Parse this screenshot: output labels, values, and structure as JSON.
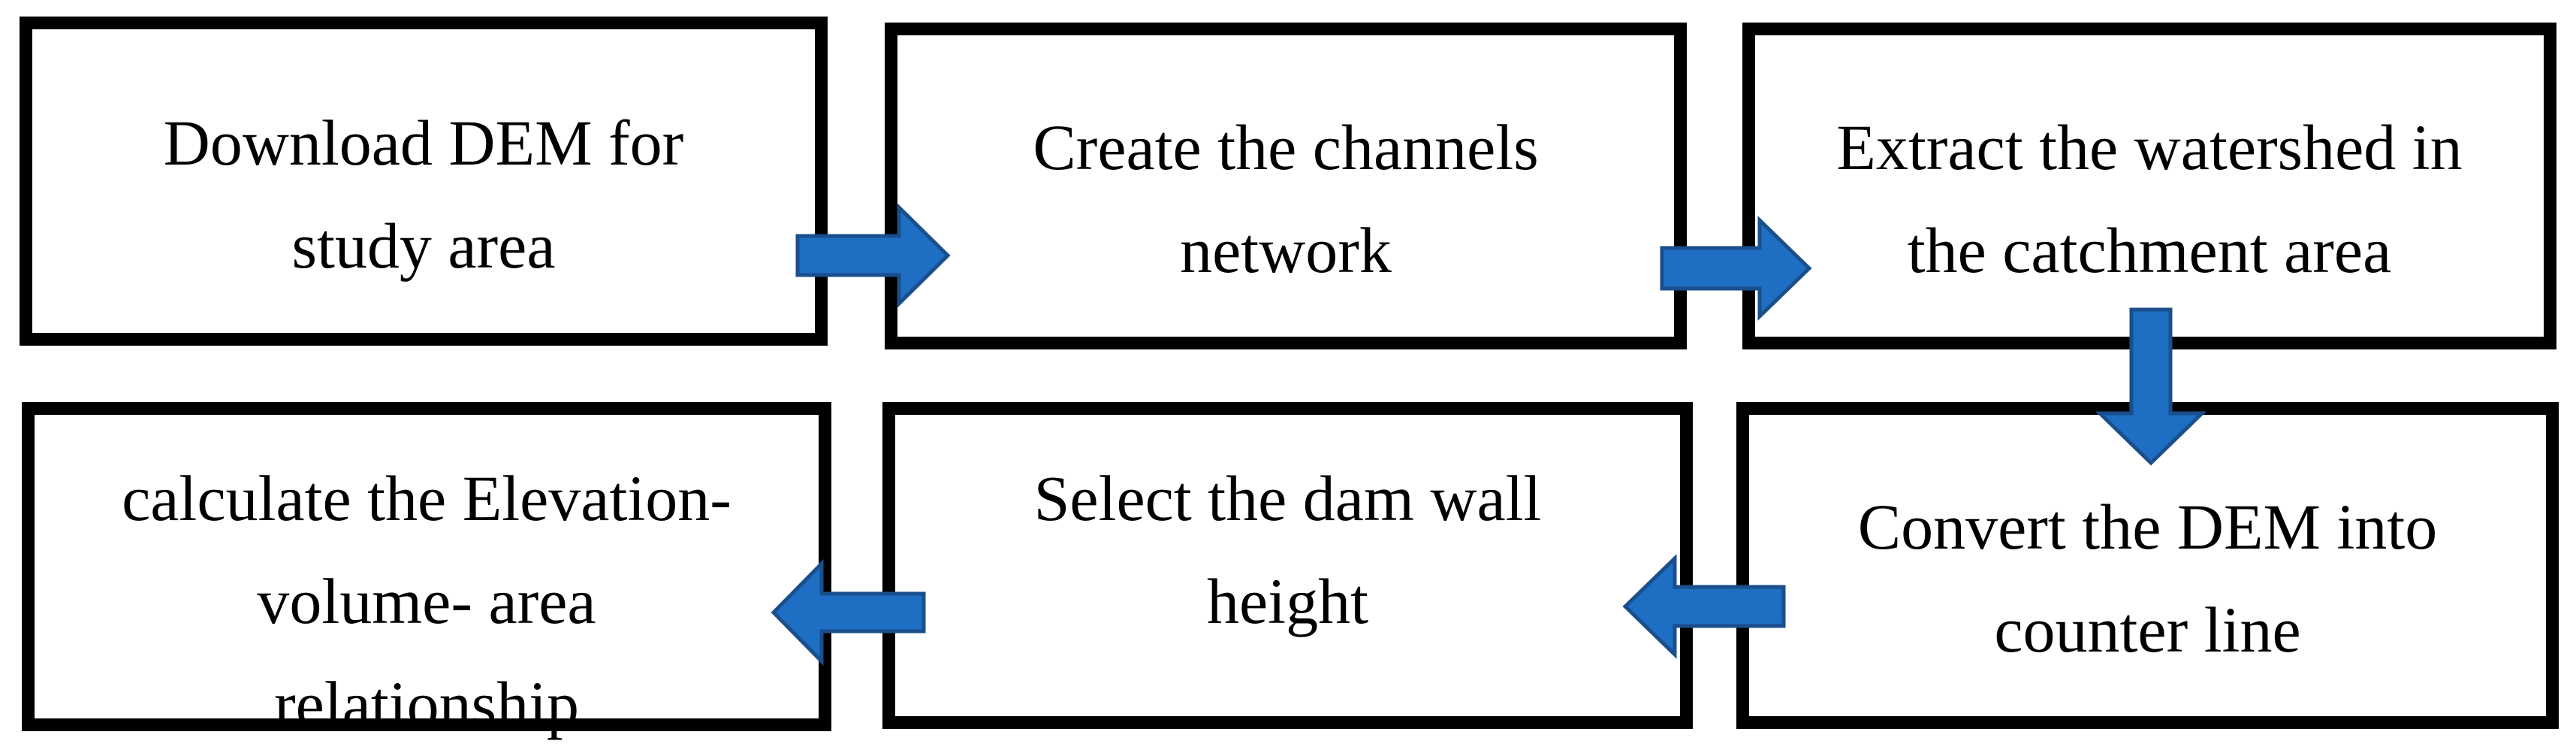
{
  "steps": [
    {
      "id": "download-dem",
      "label": "Download DEM for\nstudy area"
    },
    {
      "id": "create-channels",
      "label": "Create the channels\nnetwork"
    },
    {
      "id": "extract-watershed",
      "label": "Extract the watershed in\nthe catchment area"
    },
    {
      "id": "convert-dem",
      "label": "Convert the DEM into\ncounter line"
    },
    {
      "id": "select-dam-height",
      "label": "Select the dam wall\nheight"
    },
    {
      "id": "calculate-eva",
      "label": "calculate the Elevation-\nvolume- area\nrelationship"
    }
  ],
  "colors": {
    "arrow_fill": "#1E6EC4",
    "arrow_stroke": "#1A4F8C",
    "box_border": "#000000"
  },
  "arrows": [
    {
      "from": "download-dem",
      "to": "create-channels",
      "direction": "right"
    },
    {
      "from": "create-channels",
      "to": "extract-watershed",
      "direction": "right"
    },
    {
      "from": "extract-watershed",
      "to": "convert-dem",
      "direction": "down"
    },
    {
      "from": "convert-dem",
      "to": "select-dam-height",
      "direction": "left"
    },
    {
      "from": "select-dam-height",
      "to": "calculate-eva",
      "direction": "left"
    }
  ]
}
